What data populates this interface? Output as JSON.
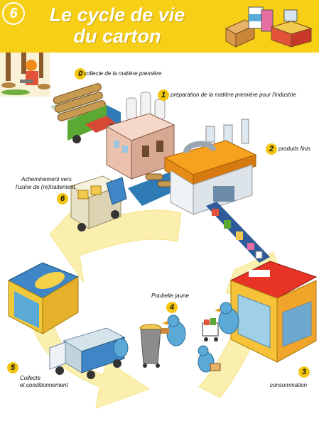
{
  "header": {
    "badge": "6",
    "title_line1": "Le cycle de vie",
    "title_line2": "du carton"
  },
  "steps": [
    {
      "number": "0",
      "label": "collecte de la matière première"
    },
    {
      "number": "1",
      "label": "préparation de la matière première pour l'industrie"
    },
    {
      "number": "2",
      "label": "produits finis"
    },
    {
      "number": "3",
      "label": "consommation"
    },
    {
      "number": "4",
      "label": "Poubelle jaune"
    },
    {
      "number": "5",
      "label_line1": "Collecte",
      "label_line2": "et conditionnement"
    },
    {
      "number": "6",
      "label_line1": "Acheminement vers",
      "label_line2": "l'usine de (re)traitement"
    }
  ],
  "colors": {
    "header": "#f6cf16",
    "cycle_arrow": "#faefae",
    "number_badge": "#f3c511",
    "factory_roof": "#f6a21f",
    "store_roof": "#e83327",
    "bird": "#5aa9d6"
  }
}
